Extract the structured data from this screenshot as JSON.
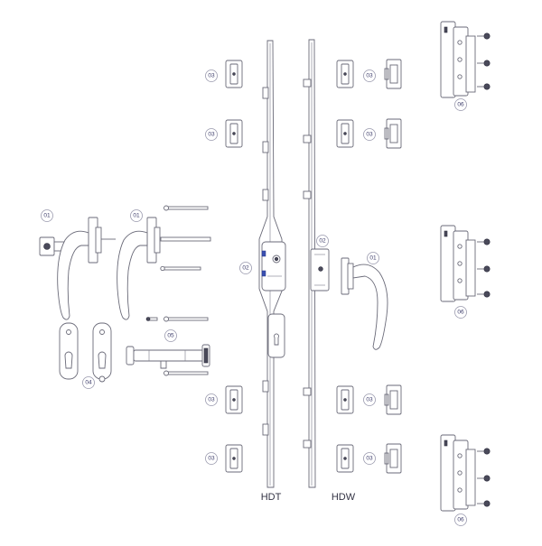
{
  "labels": {
    "strip_left": "HDT",
    "strip_right": "HDW"
  },
  "callouts": {
    "c01": "01",
    "c02": "02",
    "c03": "03",
    "c04": "04",
    "c05": "05",
    "c06": "06"
  },
  "colors": {
    "line": "#6a6a78",
    "badge_text": "#3c3c6a",
    "accent": "#3a4fb0"
  }
}
